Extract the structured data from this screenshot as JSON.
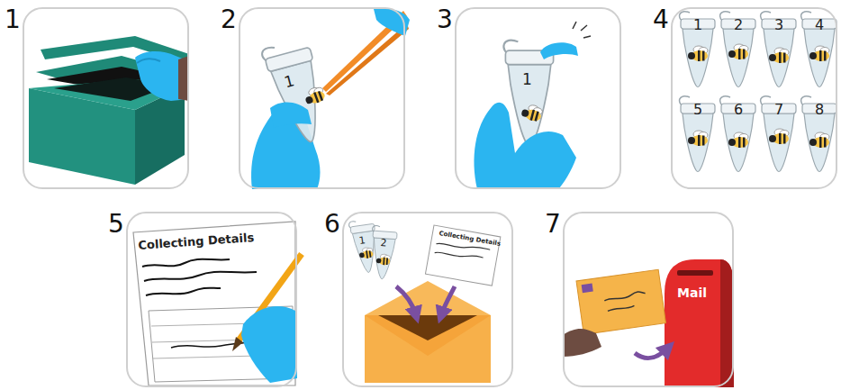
{
  "diagram": {
    "nodes": [
      {
        "text": [
          "1"
        ]
      },
      {
        "text": [
          "2"
        ]
      },
      {
        "text": [
          "3"
        ]
      },
      {
        "text": [
          "4"
        ]
      },
      {
        "text": [
          "5"
        ]
      },
      {
        "text": [
          "6"
        ]
      },
      {
        "text": [
          "7"
        ]
      }
    ],
    "labels": [
      "1",
      "1",
      "1",
      "2",
      "3",
      "4",
      "5",
      "6",
      "7",
      "8",
      "Collecting Details",
      "1",
      "2",
      "Collecting Details",
      "Mail"
    ]
  }
}
